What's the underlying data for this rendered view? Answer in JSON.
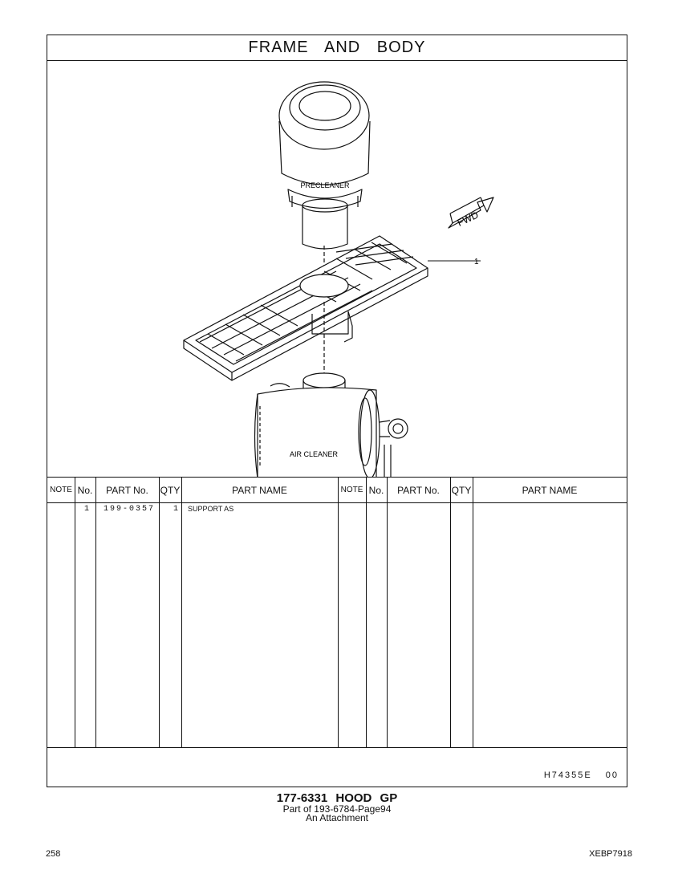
{
  "section_title": "FRAME AND BODY",
  "illustration": {
    "labels": {
      "precleaner": "PRECLEANER",
      "air_cleaner": "AIR CLEANER",
      "fwd": "FWD",
      "callout_1": "1"
    }
  },
  "parts_table": {
    "headers": {
      "note": "NOTE",
      "no": "No.",
      "part_no": "PART No.",
      "qty": "QTY",
      "part_name": "PART NAME"
    },
    "rows": [
      {
        "note": "",
        "no": "1",
        "part_no": "199-0357",
        "qty": "1",
        "part_name": "SUPPORT AS"
      }
    ]
  },
  "illustration_ref": "H74355E 00",
  "caption": {
    "group": "177-6331 HOOD GP",
    "part_of": "Part of 193-6784-Page94",
    "type": "An Attachment"
  },
  "page_number": "258",
  "document_code": "XEBP7918"
}
